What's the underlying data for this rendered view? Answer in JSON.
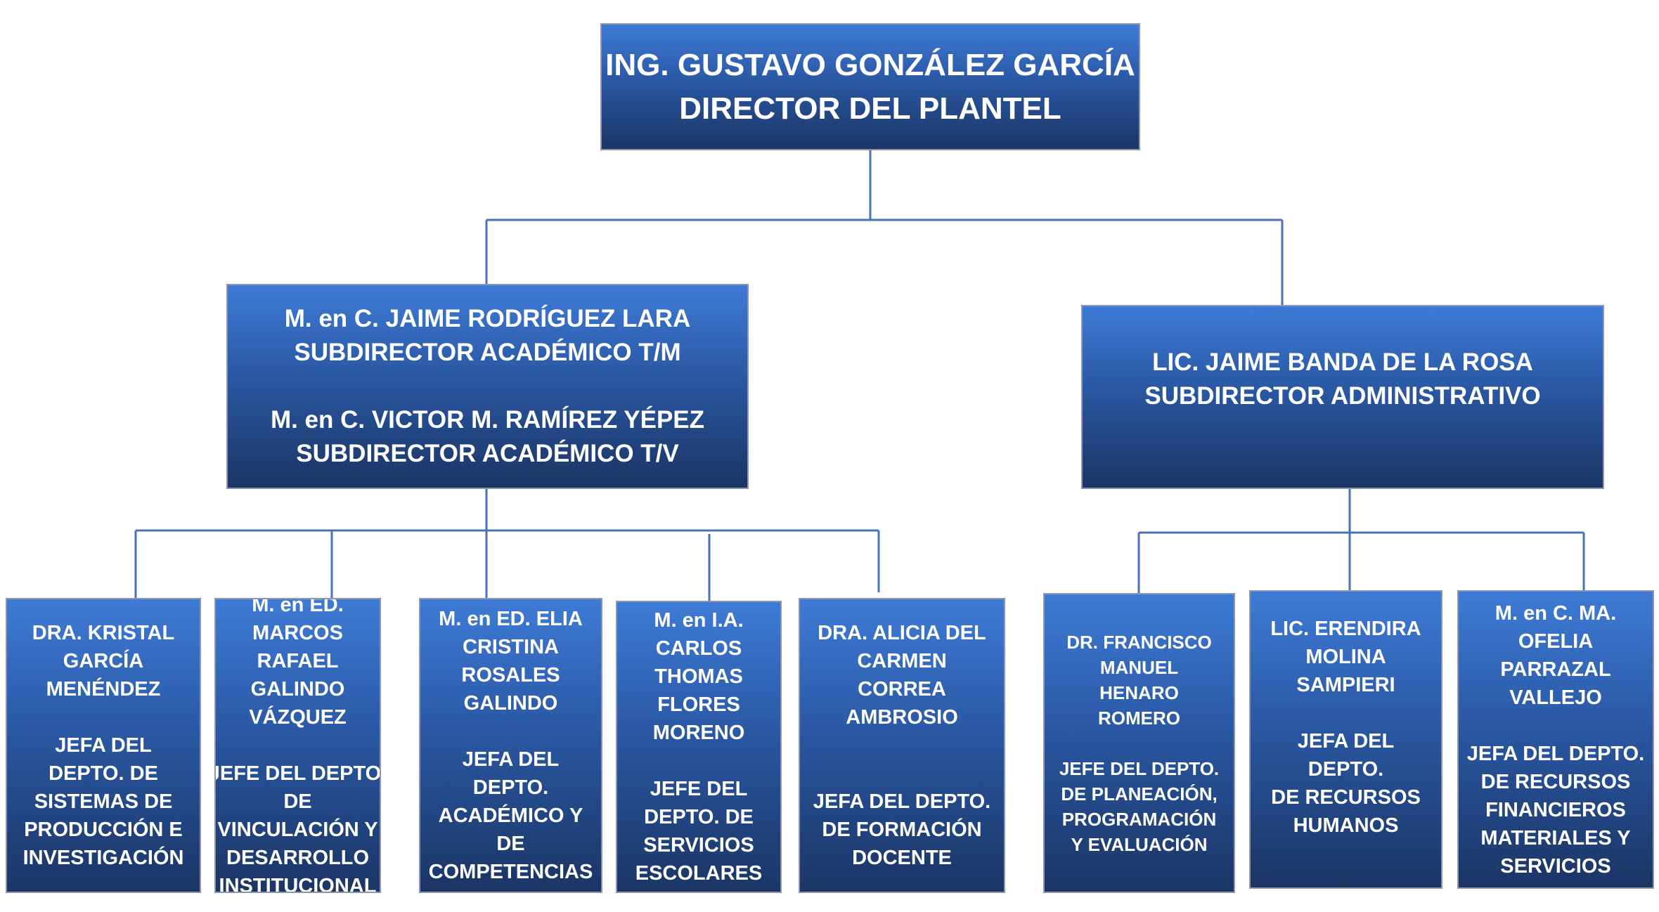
{
  "org_chart": {
    "director": {
      "lines": [
        "ING. GUSTAVO GONZÁLEZ GARCÍA",
        "DIRECTOR DEL PLANTEL"
      ]
    },
    "subdirector_academico": {
      "lines": [
        "M. en C. JAIME RODRÍGUEZ LARA",
        "SUBDIRECTOR ACADÉMICO T/M",
        "",
        "M. en C. VICTOR M. RAMÍREZ YÉPEZ",
        "SUBDIRECTOR ACADÉMICO T/V"
      ]
    },
    "subdirector_administrativo": {
      "lines": [
        "LIC. JAIME BANDA DE LA ROSA",
        "SUBDIRECTOR ADMINISTRATIVO"
      ]
    },
    "academic_departments": [
      {
        "lines": [
          "DRA. KRISTAL",
          "GARCÍA",
          "MENÉNDEZ",
          "",
          "JEFA DEL",
          "DEPTO. DE",
          "SISTEMAS DE",
          "PRODUCCIÓN E",
          "INVESTIGACIÓN"
        ]
      },
      {
        "lines": [
          "M. en  ED.",
          "MARCOS",
          "RAFAEL",
          "GALINDO",
          "VÁZQUEZ",
          "",
          "JEFE DEL DEPTO.",
          "DE",
          "VINCULACIÓN Y",
          "DESARROLLO",
          "INSTITUCIONAL"
        ]
      },
      {
        "lines": [
          "M. en ED. ELIA",
          "CRISTINA",
          "ROSALES",
          "GALINDO",
          "",
          "JEFA DEL",
          "DEPTO.",
          "ACADÉMICO Y",
          "DE",
          "COMPETENCIAS"
        ]
      },
      {
        "lines": [
          "M. en I.A.",
          "CARLOS",
          "THOMAS",
          "FLORES",
          "MORENO",
          "",
          "JEFE DEL",
          "DEPTO. DE",
          "SERVICIOS",
          "ESCOLARES"
        ]
      },
      {
        "lines": [
          "DRA. ALICIA DEL",
          "CARMEN",
          "CORREA",
          "AMBROSIO",
          "",
          "",
          "JEFA DEL DEPTO.",
          "DE FORMACIÓN",
          "DOCENTE"
        ]
      }
    ],
    "administrative_departments": [
      {
        "lines": [
          "DR. FRANCISCO",
          "MANUEL",
          "HENARO",
          "ROMERO",
          "",
          "JEFE DEL DEPTO.",
          "DE PLANEACIÓN,",
          "PROGRAMACIÓN",
          "Y EVALUACIÓN"
        ]
      },
      {
        "lines": [
          "LIC. ERENDIRA",
          "MOLINA",
          "SAMPIERI",
          "",
          "JEFA DEL",
          "DEPTO.",
          "DE RECURSOS",
          "HUMANOS"
        ]
      },
      {
        "lines": [
          "M. en C. MA.",
          "OFELIA",
          "PARRAZAL",
          "VALLEJO",
          "",
          "JEFA DEL DEPTO.",
          "DE RECURSOS",
          "FINANCIEROS",
          "MATERIALES Y",
          "SERVICIOS"
        ]
      }
    ],
    "colors": {
      "box_top": "#3e7bd6",
      "box_bottom": "#1b3564",
      "box_border": "#8d96b0",
      "connector": "#4a72b8",
      "text": "#ffffff"
    }
  }
}
